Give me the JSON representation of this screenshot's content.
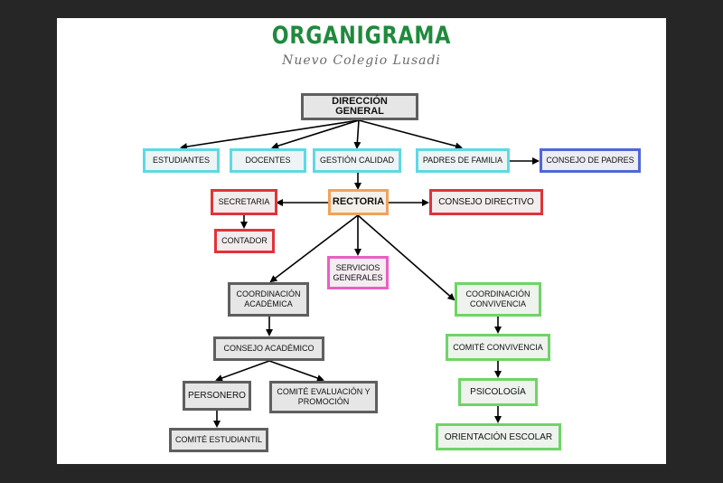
{
  "header": {
    "title": "ORGANIGRAMA",
    "subtitle": "Nuevo Colegio Lusadi"
  },
  "nodes": {
    "direccion_general": "DIRECCIÓN GENERAL",
    "estudiantes": "ESTUDIANTES",
    "docentes": "DOCENTES",
    "gestion_calidad": "GESTIÓN CALIDAD",
    "padres_familia": "PADRES DE FAMILIA",
    "consejo_padres": "CONSEJO DE PADRES",
    "secretaria": "SECRETARIA",
    "rectoria": "RECTORIA",
    "consejo_directivo": "CONSEJO DIRECTIVO",
    "contador": "CONTADOR",
    "servicios_generales": "SERVICIOS GENERALES",
    "coordinacion_academica": "COORDINACIÓN ACADÉMICA",
    "coordinacion_convivencia": "COORDINACIÓN CONVIVENCIA",
    "consejo_academico": "CONSEJO ACADÉMICO",
    "comite_convivencia": "COMITÉ CONVIVENCIA",
    "personero": "PERSONERO",
    "comite_evaluacion": "COMITÉ EVALUACIÓN Y PROMOCIÓN",
    "psicologia": "PSICOLOGÍA",
    "comite_estudiantil": "COMITÉ ESTUDIANTIL",
    "orientacion_escolar": "ORIENTACIÓN ESCOLAR"
  },
  "colors": {
    "title": "#1f8a3c",
    "gray": "#5f5f5f",
    "cyan": "#5fd9e2",
    "blue": "#4f67d6",
    "orange": "#f0a25a",
    "red": "#e0333a",
    "pink": "#ea5fc2",
    "green": "#6fd466"
  }
}
